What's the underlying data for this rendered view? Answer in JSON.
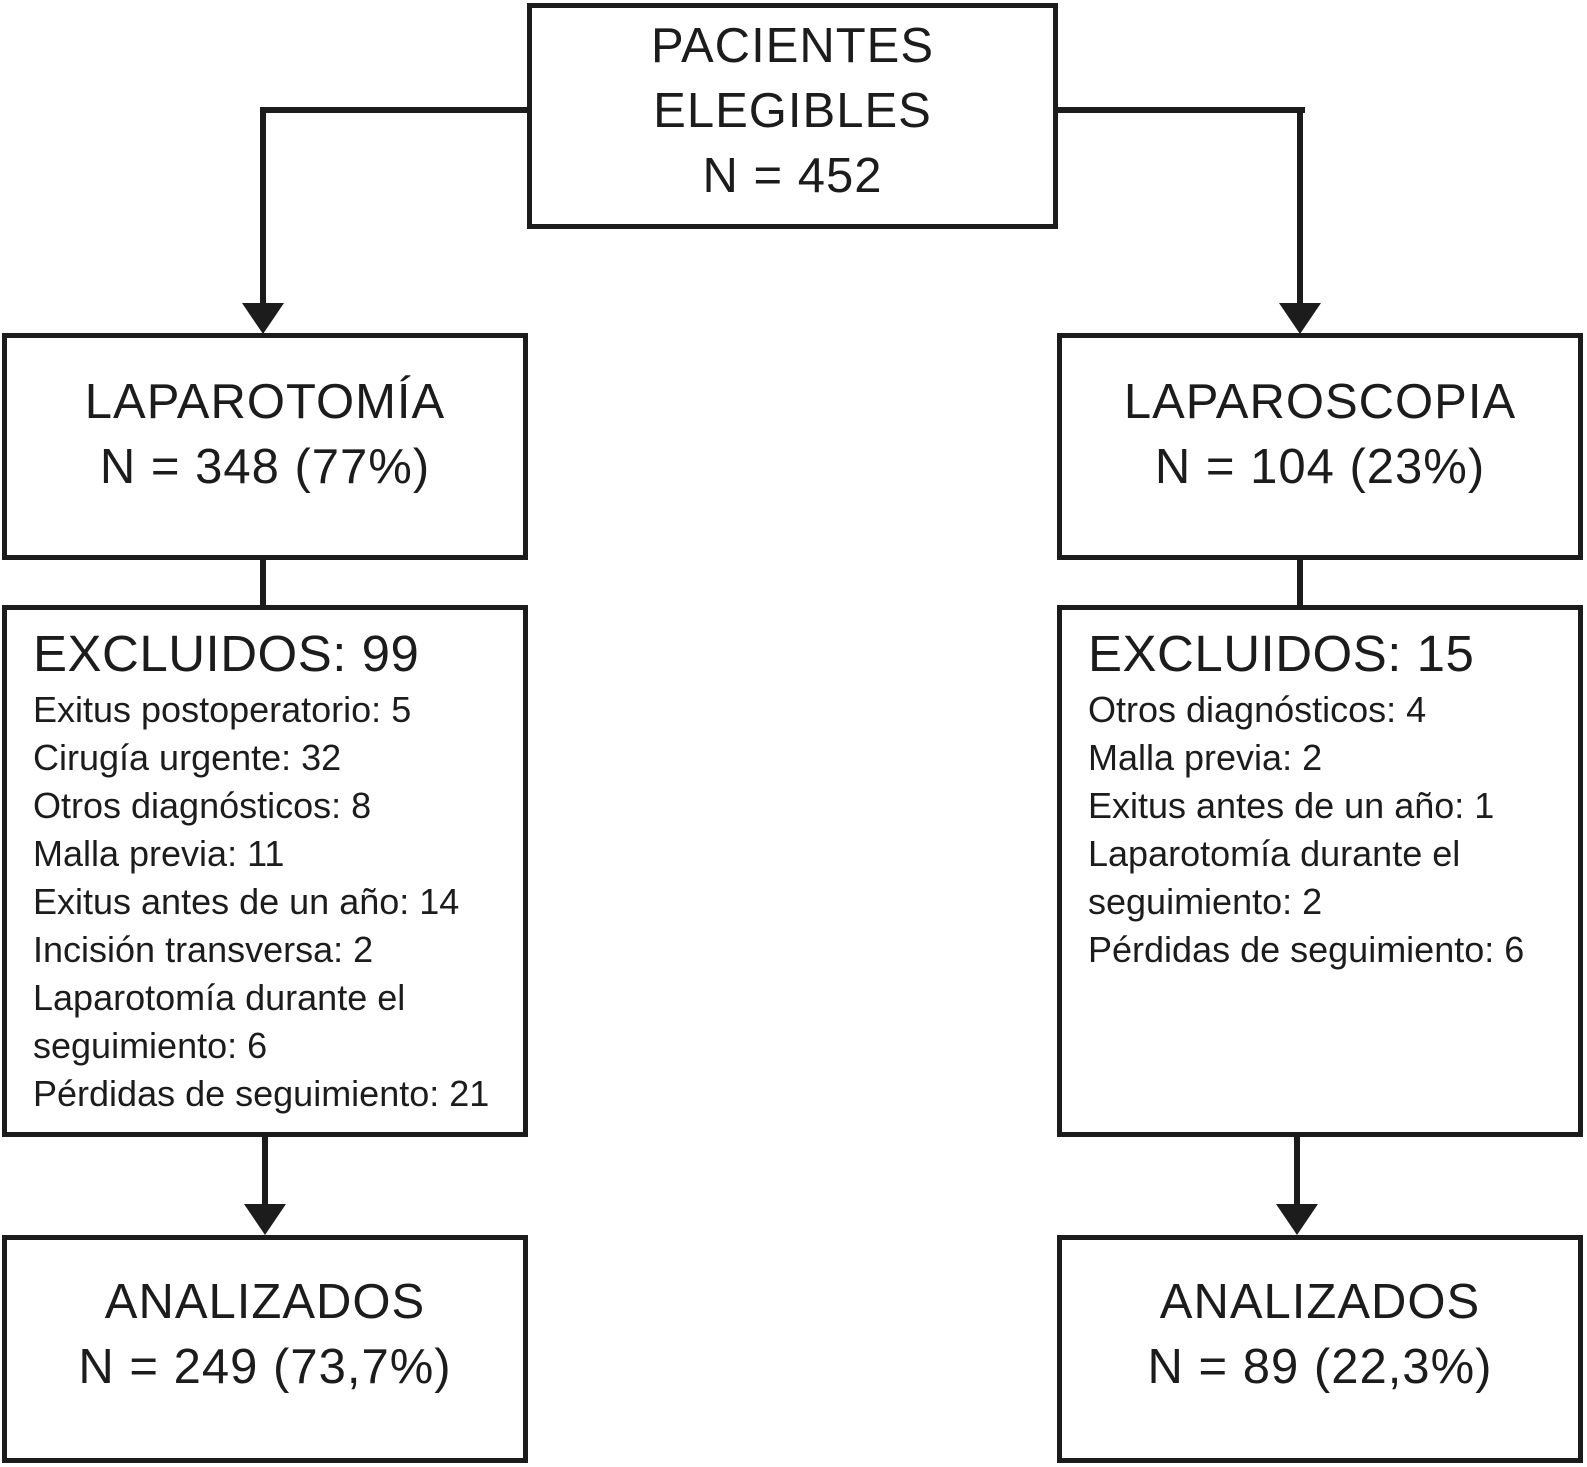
{
  "eligible_box": {
    "line1": "PACIENTES",
    "line2": "ELEGIBLES",
    "line3": "N = 452"
  },
  "left_branch": {
    "group_title": "LAPAROTOMÍA",
    "group_n": "N = 348 (77%)",
    "excluded_title": "EXCLUIDOS: 99",
    "excluded_items": [
      "Exitus postoperatorio: 5",
      "Cirugía urgente: 32",
      "Otros diagnósticos: 8",
      "Malla previa: 11",
      "Exitus antes de un año: 14",
      "Incisión transversa: 2",
      "Laparotomía durante el seguimiento: 6",
      "Pérdidas de seguimiento: 21"
    ],
    "analyzed_title": "ANALIZADOS",
    "analyzed_n": "N = 249 (73,7%)"
  },
  "right_branch": {
    "group_title": "LAPAROSCOPIA",
    "group_n": "N = 104 (23%)",
    "excluded_title": "EXCLUIDOS: 15",
    "excluded_items": [
      "Otros diagnósticos: 4",
      "Malla previa: 2",
      "Exitus antes de un año: 1",
      "Laparotomía durante el seguimiento: 2",
      "Pérdidas de seguimiento: 6"
    ],
    "analyzed_title": "ANALIZADOS",
    "analyzed_n": "N = 89 (22,3%)"
  },
  "colors": {
    "ink": "#1c1c1c",
    "background": "#ffffff"
  }
}
